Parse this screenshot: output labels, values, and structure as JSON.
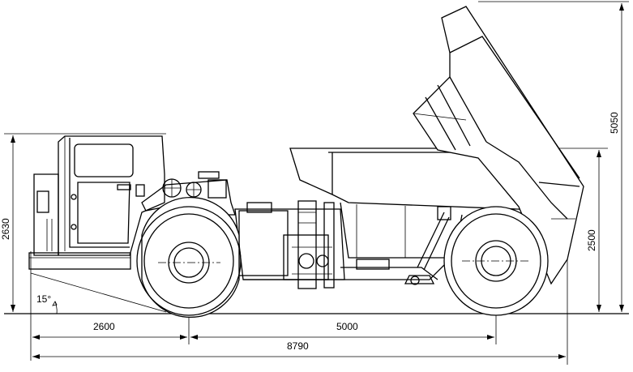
{
  "dimensions": {
    "height_overall": "2630",
    "height_raised": "5050",
    "height_body": "2500",
    "front_overhang": "2600",
    "wheelbase": "5000",
    "length_overall": "8790",
    "approach_angle": "15°"
  },
  "colors": {
    "line": "#000000",
    "background": "#ffffff"
  }
}
